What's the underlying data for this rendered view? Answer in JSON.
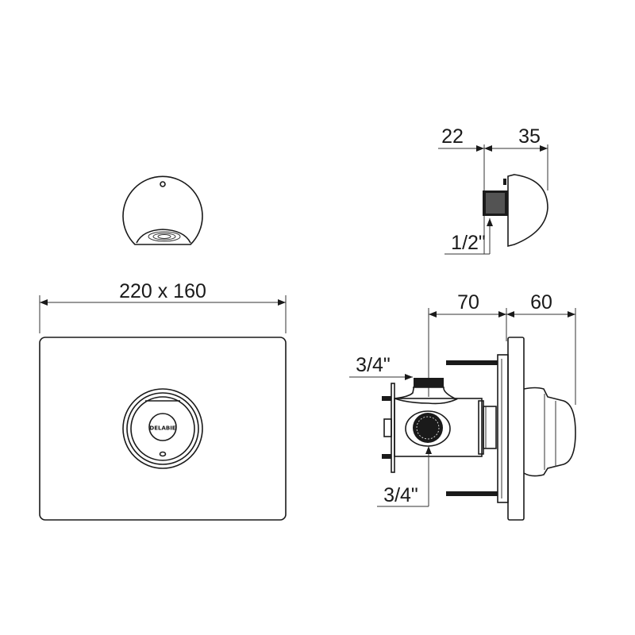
{
  "drawing": {
    "front_view": {
      "dimension": "220 x 160",
      "logo": "DELABIE"
    },
    "top_side_view": {
      "depth_left": "22",
      "depth_right": "35",
      "thread": "1/2\""
    },
    "bottom_side_view": {
      "depth_left": "70",
      "depth_right": "60",
      "inlet_top": "3/4\"",
      "inlet_bottom": "3/4\""
    }
  },
  "colors": {
    "line": "#1a1a1a",
    "background": "#ffffff"
  }
}
